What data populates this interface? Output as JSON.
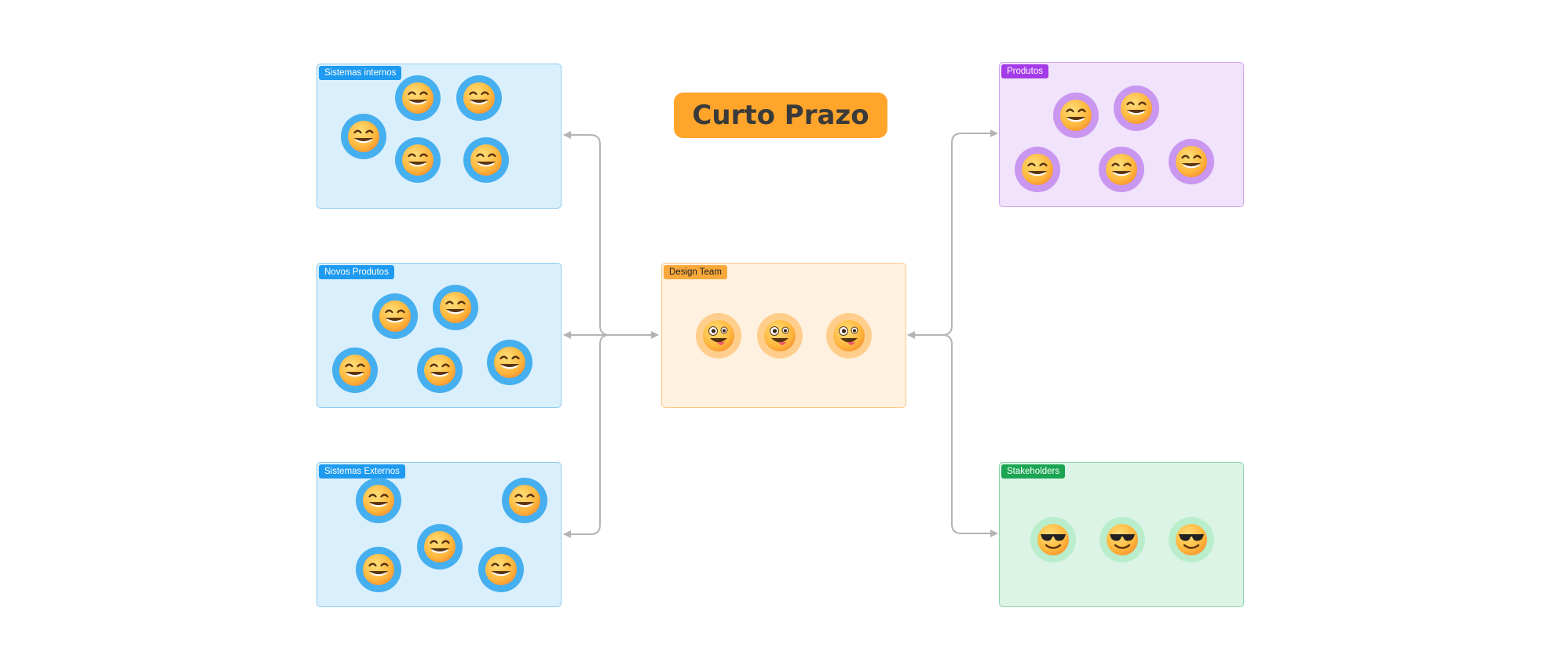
{
  "title": {
    "text": "Curto Prazo",
    "color": "#FFA52B"
  },
  "colors": {
    "connector": "#B4B4B4"
  },
  "groups": [
    {
      "id": "sistemas-internos",
      "label": "Sistemas internos",
      "fill": "#DAEFFC",
      "border": "#8FCBEF",
      "tag": "#1E9BF0",
      "ring": "#45AFEF",
      "tag_text": "light",
      "face": "grinning-face-with-smiling-eyes-icon",
      "member_count": 5
    },
    {
      "id": "novos-produtos",
      "label": "Novos Produtos",
      "fill": "#DAEFFC",
      "border": "#8FCBEF",
      "tag": "#1E9BF0",
      "ring": "#45AFEF",
      "tag_text": "light",
      "face": "grinning-face-with-smiling-eyes-icon",
      "member_count": 5
    },
    {
      "id": "sistemas-externos",
      "label": "Sistemas Externos",
      "fill": "#DAEFFC",
      "border": "#8FCBEF",
      "tag": "#1E9BF0",
      "ring": "#45AFEF",
      "tag_text": "light",
      "face": "grinning-face-with-smiling-eyes-icon",
      "member_count": 5
    },
    {
      "id": "design-team",
      "label": "Design Team",
      "fill": "#FFF1DF",
      "border": "#F9C98A",
      "tag": "#F9A83B",
      "ring": "#FFCE8C",
      "tag_text": "dark",
      "face": "zany-face-icon",
      "member_count": 3
    },
    {
      "id": "produtos",
      "label": "Produtos",
      "fill": "#F0E3FB",
      "border": "#CFA4EE",
      "tag": "#A43BE8",
      "ring": "#C996F0",
      "tag_text": "light",
      "face": "grinning-face-with-smiling-eyes-icon",
      "member_count": 5
    },
    {
      "id": "stakeholders",
      "label": "Stakeholders",
      "fill": "#DBF4E6",
      "border": "#8ED4AB",
      "tag": "#1BA552",
      "ring": "#B9EDCC",
      "tag_text": "light",
      "face": "smiling-face-with-sunglasses-icon",
      "member_count": 3
    }
  ]
}
